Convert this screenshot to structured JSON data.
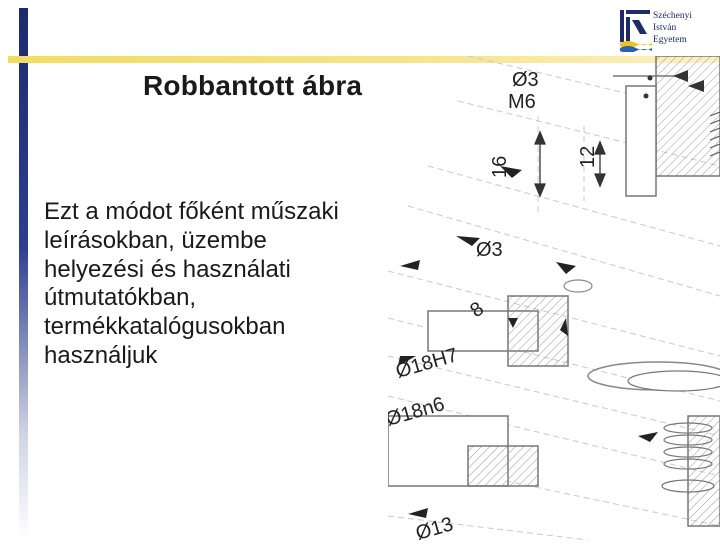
{
  "slide": {
    "title": "Robbantott ábra",
    "body_lines": [
      "Ezt a módot főként műszaki",
      "leírásokban, üzembe",
      "helyezési és használati",
      "útmutatókban,",
      "termékkatalógusokban",
      "használjuk"
    ]
  },
  "logo": {
    "lines": [
      "Széchenyi",
      "István",
      "Egyetem"
    ],
    "icon": "university-logo-icon"
  },
  "drawing": {
    "labels": {
      "d3_top": "Ø3",
      "m6": "M6",
      "dim16": "16",
      "dim12": "12",
      "d3_mid": "Ø3",
      "dim8": "8",
      "d18h7": "Ø18H7",
      "d18n6": "Ø18n6",
      "d13": "Ø13"
    }
  },
  "colors": {
    "accent_blue": "#1d2a6b",
    "accent_yellow": "#f1dc63",
    "text": "#1a1a1a"
  }
}
